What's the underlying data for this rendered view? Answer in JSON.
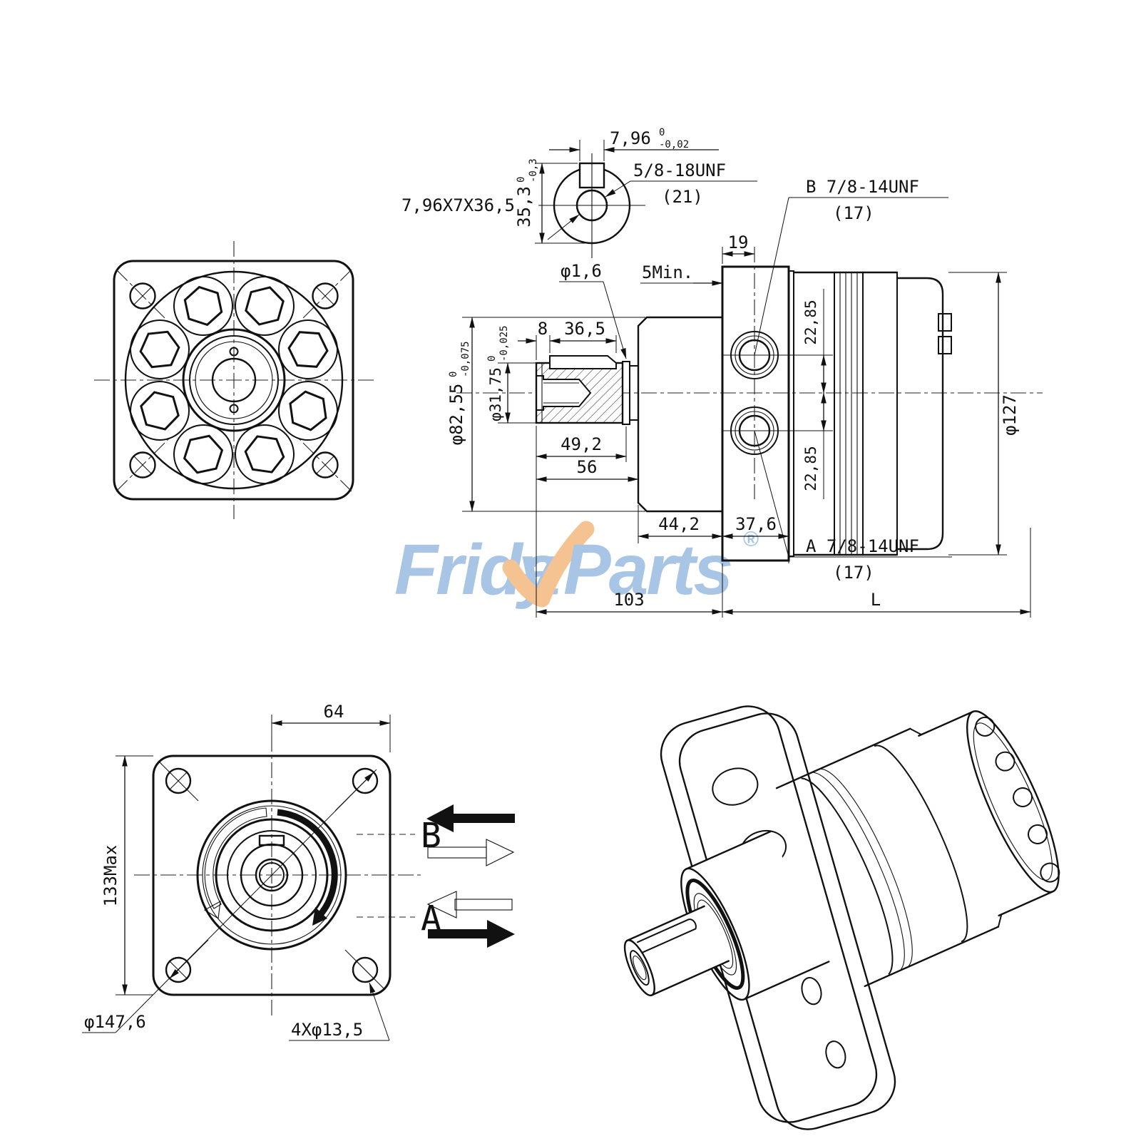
{
  "watermark": {
    "part1": "Frida",
    "part2": "y",
    "part3": "Parts",
    "reg": "®",
    "blue": "#a9c5e6",
    "orange": "#f5c391"
  },
  "shaft_section": {
    "key_spec": "7,96X7X36,5",
    "width_dim": {
      "v": "7,96",
      "up": "0",
      "lo": "-0,02"
    },
    "height_dim": {
      "v": "35,3",
      "up": "0",
      "lo": "-0,3"
    },
    "thread": "5/8-18UNF",
    "thread_ref": "(21)"
  },
  "side": {
    "d19": "19",
    "d5min": "5Min.",
    "dphi16": "φ1,6",
    "d8": "8",
    "d365": "36,5",
    "d492": "49,2",
    "d56": "56",
    "d442": "44,2",
    "d376": "37,6",
    "d103": "103",
    "dL": "L",
    "dphi127": "φ127",
    "d2285a": "22,85",
    "d2285b": "22,85",
    "phi8255": {
      "v": "φ82,55",
      "up": "0",
      "lo": "-0,075"
    },
    "phi3175": {
      "v": "φ31,75",
      "up": "0",
      "lo": "-0,025"
    },
    "portB": "B 7/8-14UNF",
    "portB_ref": "(17)",
    "portA": "A 7/8-14UNF",
    "portA_ref": "(17)"
  },
  "front": {
    "d64": "64",
    "d133": "133Max",
    "dphi1476": "φ147,6",
    "d4x": "4Xφ13,5",
    "labelB": "B",
    "labelA": "A"
  }
}
